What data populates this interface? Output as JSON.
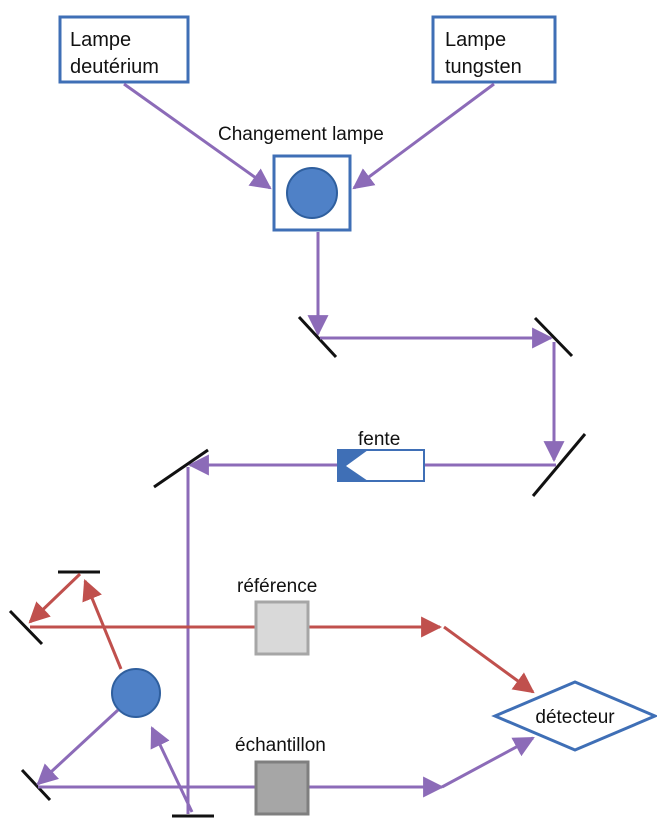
{
  "colors": {
    "box_border": "#3f6fb6",
    "lamp_fill": "#4f81c7",
    "purple_beam": "#8c6bb8",
    "red_beam": "#c0504d",
    "mirror": "#111111",
    "reference_cell": "#d9d9d9",
    "sample_cell": "#a6a6a6"
  },
  "lamps": {
    "deuterium": {
      "line1": "Lampe",
      "line2": "deutérium"
    },
    "tungsten": {
      "line1": "Lampe",
      "line2": "tungsten"
    }
  },
  "labels": {
    "switch": "Changement lampe",
    "slit": "fente",
    "reference": "référence",
    "sample": "échantillon",
    "detector": "détecteur"
  }
}
